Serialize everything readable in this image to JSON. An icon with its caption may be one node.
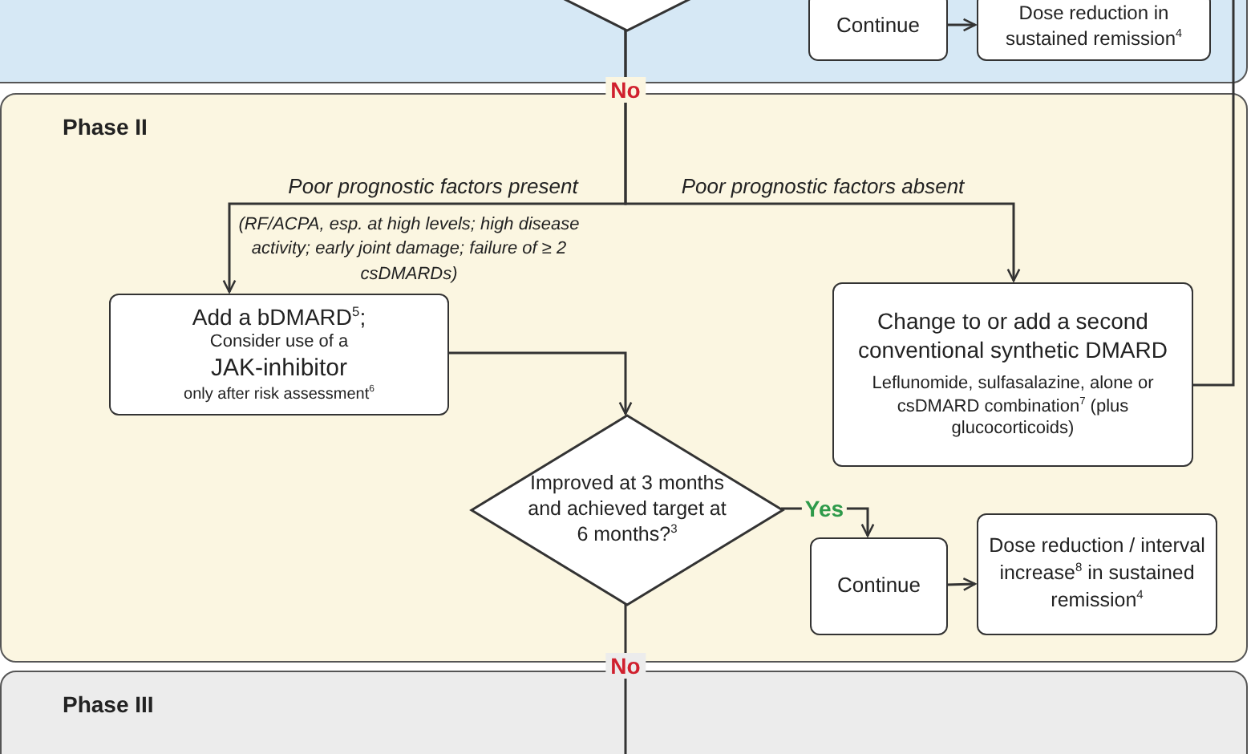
{
  "diagram": {
    "nodes": [
      {
        "text": [],
        "shape": "box"
      },
      {
        "text": [],
        "shape": "diamond",
        "in": 0
      },
      {
        "text": [
          "Continue"
        ],
        "in": 0
      },
      {
        "text": [
          "Dose reduction in sustained remission$^{4}$"
        ],
        "in": 0
      },
      {
        "text": [
          "Phase II"
        ]
      },
      {
        "text": [
          "Add a bDMARD$^{5}$;",
          "Consider use of a",
          "JAK-inhibitor",
          "only after risk assessment$^{6}$"
        ],
        "in": 4
      },
      {
        "text": [
          "Change to or add a second conventional synthetic DMARD",
          "Leflunomide, sulfasalazine, alone or csDMARD combination$^{7}$ (plus glucocorticoids)"
        ],
        "in": 4
      },
      {
        "text": [
          "Improved at 3 months and achieved target at 6 months?$^{3}$"
        ],
        "in": 4
      },
      {
        "text": [
          "Continue"
        ],
        "in": 4
      },
      {
        "text": [
          "Dose reduction / interval increase$^{8}$ in sustained remission$^{4}$"
        ],
        "in": 4
      },
      {
        "text": [
          "Phase III"
        ]
      }
    ],
    "edges": [
      {
        "from": 2,
        "to": 3,
        "arrow": "to"
      },
      {
        "from": 1,
        "to": 5,
        "arrow": "to",
        "label": "Poor prognostic factors present"
      },
      {
        "from": 1,
        "to": 6,
        "arrow": "to",
        "label": "Poor prognostic factors absent"
      },
      {
        "from": 6,
        "to": 0,
        "arrow": "none"
      },
      {
        "from": 5,
        "to": 7,
        "arrow": "to"
      },
      {
        "from": 7,
        "to": 8,
        "arrow": "to",
        "label": "Yes"
      },
      {
        "from": 8,
        "to": 9,
        "arrow": "to"
      },
      {
        "from": 7,
        "to": 10,
        "arrow": "none"
      }
    ],
    "labels": [
      "No",
      "(RF/ACPA, esp. at high levels; high disease activity; early joint damage; failure of ≥ 2 csDMARDs)",
      "No"
    ]
  }
}
